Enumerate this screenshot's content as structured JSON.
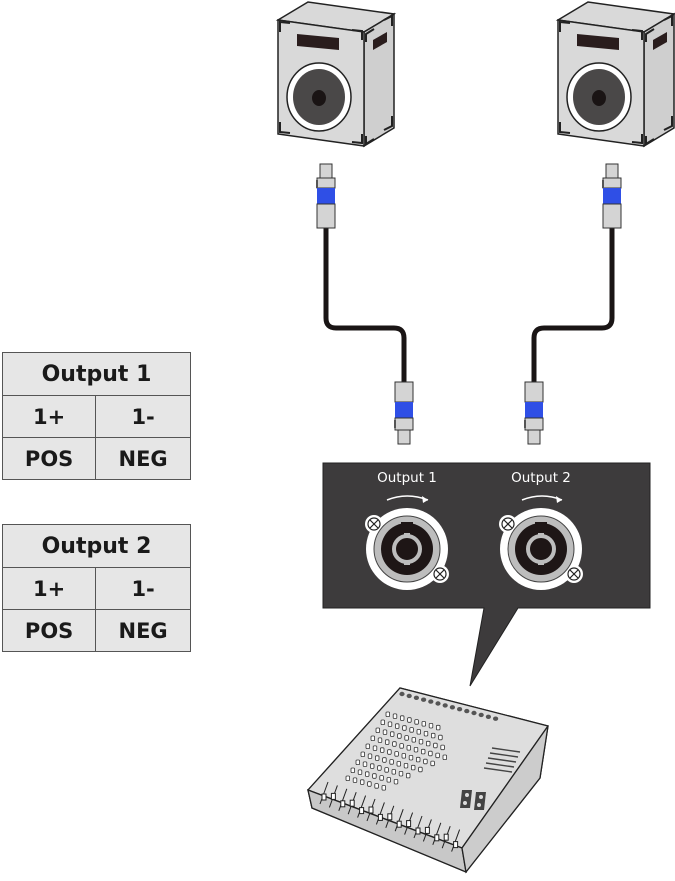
{
  "tables": [
    {
      "title": "Output 1",
      "rows": [
        [
          "1+",
          "1-"
        ],
        [
          "POS",
          "NEG"
        ]
      ]
    },
    {
      "title": "Output 2",
      "rows": [
        [
          "1+",
          "1-"
        ],
        [
          "POS",
          "NEG"
        ]
      ]
    }
  ],
  "panel": {
    "output1_label": "Output 1",
    "output2_label": "Output 2"
  },
  "colors": {
    "panel": "#3d3b3c",
    "connector_band": "#2f4fe6",
    "connector_body": "#d4d4d4",
    "cable": "#1a1515",
    "speaker_body": "#d9d9d9",
    "table_bg": "#e6e6e6"
  }
}
